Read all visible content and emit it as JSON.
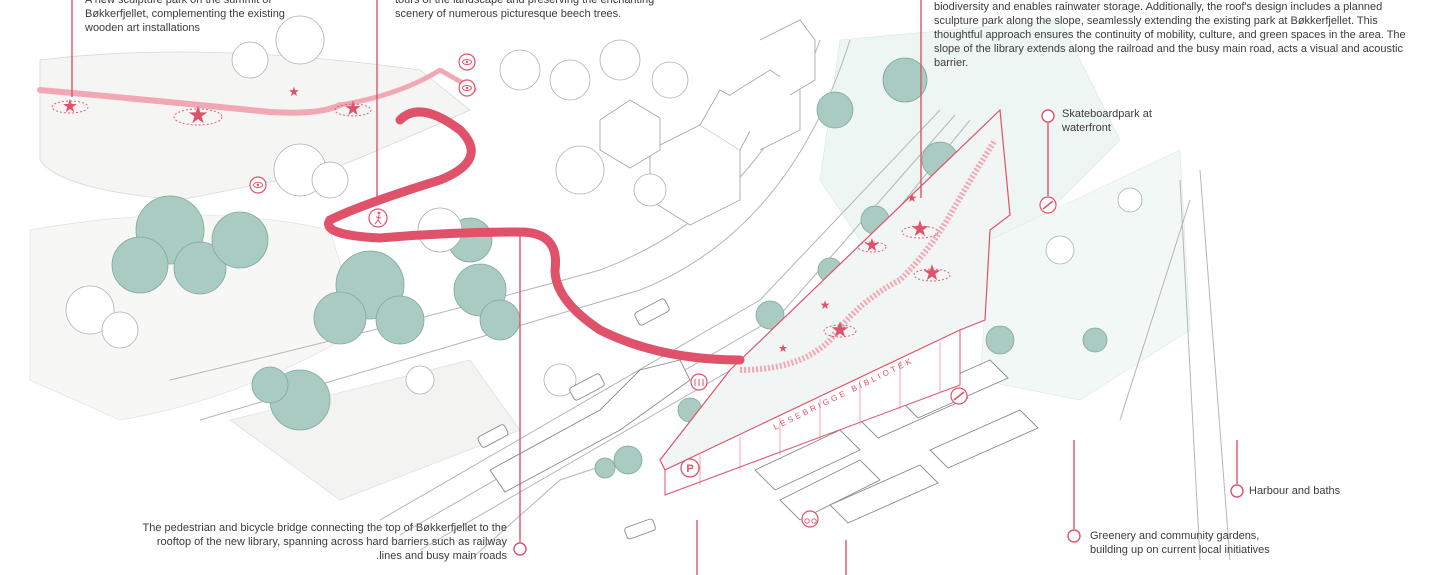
{
  "annotations": {
    "sculpture_park": "A new sculpture park on the summit of Bøkkerfjellet, complementing the existing wooden art installations",
    "tours": "tours of the landscape and preserving the enchanting scenery of numerous picturesque beech trees.",
    "green_roof": "The green roof on the new library, \"Lesebrigge\" not only adds to the aesthetics but also fosters biodiversity and enables rainwater storage. Additionally, the roof's design includes a planned sculpture park along the slope, seamlessly extending the existing park at Bøkkerfjellet. This thoughtful approach ensures the continuity of mobility, culture, and green spaces in the area. The slope of the library extends along the railroad and the busy main road, acts a visual and acoustic barrier.",
    "skateboard": "Skateboardpark at waterfront",
    "harbour": "Harbour and baths",
    "greenery": "Greenery and community gardens, building up on current local initiatives",
    "bridge": "The pedestrian and bicycle bridge connecting the top of Bøkkerfjellet to the rooftop of the new library, spanning across hard barriers such as railway .lines and busy main roads"
  },
  "building_label": "LESEBRIGGE BIBLIOTEK",
  "icons": {
    "parking": "P",
    "star": "★",
    "eye": "eye-icon",
    "walk": "pedestrian-icon",
    "bike": "bicycle-icon",
    "skate": "skateboard-icon"
  },
  "colors": {
    "accent": "#e0516a",
    "accent_light": "#f2a7b5",
    "tree": "#a9cbc1",
    "tree_dark": "#8db7ab",
    "line": "#9a9a9a",
    "text": "#3b3b3b"
  }
}
